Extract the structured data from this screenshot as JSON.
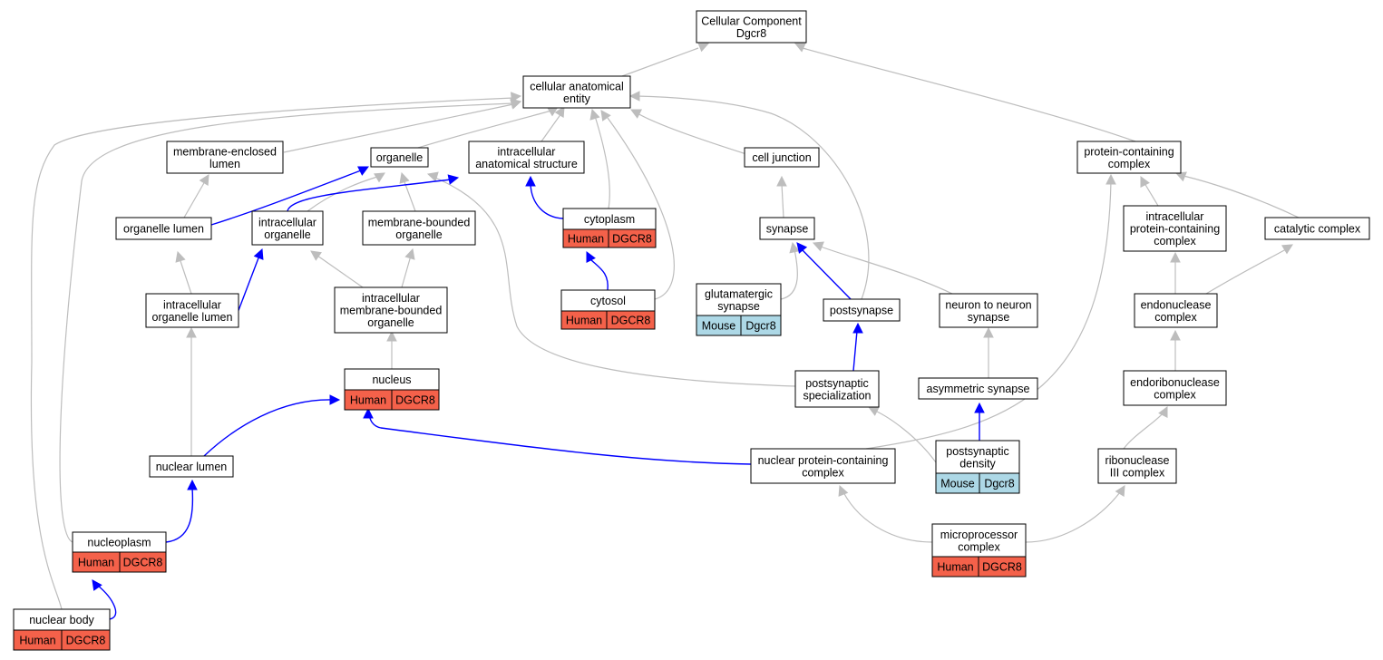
{
  "colors": {
    "edge_is_a": "#bdbdbd",
    "edge_part_of": "#0000ff",
    "human": "#f4614a",
    "mouse": "#add8e6",
    "node_border": "#000000",
    "node_fill": "#ffffff"
  },
  "nodes": {
    "root": {
      "lines": [
        "Cellular Component",
        "Dgcr8"
      ]
    },
    "cae": {
      "lines": [
        "cellular anatomical",
        "entity"
      ]
    },
    "mel": {
      "lines": [
        "membrane-enclosed",
        "lumen"
      ]
    },
    "organelle": {
      "lines": [
        "organelle"
      ]
    },
    "ias": {
      "lines": [
        "intracellular",
        "anatomical structure"
      ]
    },
    "celljunction": {
      "lines": [
        "cell junction"
      ]
    },
    "pcc": {
      "lines": [
        "protein-containing",
        "complex"
      ]
    },
    "orglumen": {
      "lines": [
        "organelle lumen"
      ]
    },
    "intraorg": {
      "lines": [
        "intracellular",
        "organelle"
      ]
    },
    "mbo": {
      "lines": [
        "membrane-bounded",
        "organelle"
      ]
    },
    "cytoplasm": {
      "lines": [
        "cytoplasm"
      ],
      "species": "Human",
      "gene": "DGCR8"
    },
    "synapse": {
      "lines": [
        "synapse"
      ]
    },
    "ipcc": {
      "lines": [
        "intracellular",
        "protein-containing",
        "complex"
      ]
    },
    "catcomplex": {
      "lines": [
        "catalytic complex"
      ]
    },
    "iol": {
      "lines": [
        "intracellular",
        "organelle lumen"
      ]
    },
    "imbo": {
      "lines": [
        "intracellular",
        "membrane-bounded",
        "organelle"
      ]
    },
    "cytosol": {
      "lines": [
        "cytosol"
      ],
      "species": "Human",
      "gene": "DGCR8"
    },
    "glusyn": {
      "lines": [
        "glutamatergic",
        "synapse"
      ],
      "species": "Mouse",
      "gene": "Dgcr8"
    },
    "postsynapse": {
      "lines": [
        "postsynapse"
      ]
    },
    "n2n": {
      "lines": [
        "neuron to neuron",
        "synapse"
      ]
    },
    "endocomplex": {
      "lines": [
        "endonuclease",
        "complex"
      ]
    },
    "nucleus": {
      "lines": [
        "nucleus"
      ],
      "species": "Human",
      "gene": "DGCR8"
    },
    "postspec": {
      "lines": [
        "postsynaptic",
        "specialization"
      ]
    },
    "asymsyn": {
      "lines": [
        "asymmetric synapse"
      ]
    },
    "endoribo": {
      "lines": [
        "endoribonuclease",
        "complex"
      ]
    },
    "nuclumen": {
      "lines": [
        "nuclear lumen"
      ]
    },
    "npcc": {
      "lines": [
        "nuclear protein-containing",
        "complex"
      ]
    },
    "psd": {
      "lines": [
        "postsynaptic",
        "density"
      ],
      "species": "Mouse",
      "gene": "Dgcr8"
    },
    "rib3": {
      "lines": [
        "ribonuclease",
        "III complex"
      ]
    },
    "nucleoplasm": {
      "lines": [
        "nucleoplasm"
      ],
      "species": "Human",
      "gene": "DGCR8"
    },
    "microproc": {
      "lines": [
        "microprocessor",
        "complex"
      ],
      "species": "Human",
      "gene": "DGCR8"
    },
    "nucbody": {
      "lines": [
        "nuclear body"
      ],
      "species": "Human",
      "gene": "DGCR8"
    }
  }
}
